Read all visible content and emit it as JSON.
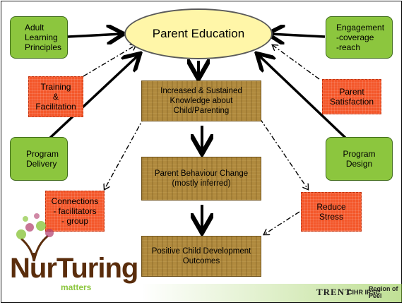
{
  "center": {
    "label": "Parent Education"
  },
  "nodes": {
    "adult_learning": [
      "Adult",
      "Learning",
      "Principles"
    ],
    "engagement": [
      "Engagement",
      "-coverage",
      "-reach"
    ],
    "training": [
      "Training",
      "&",
      "Facilitation"
    ],
    "parent_satisfaction": [
      "Parent",
      "Satisfaction"
    ],
    "knowledge": [
      "Increased & Sustained",
      "Knowledge about",
      "Child/Parenting"
    ],
    "program_delivery": [
      "Program",
      "Delivery"
    ],
    "program_design": [
      "Program",
      "Design"
    ],
    "behaviour": [
      "Parent Behaviour Change",
      "(mostly inferred)"
    ],
    "connections": [
      "Connections",
      "- facilitators",
      "- group"
    ],
    "reduce_stress": [
      "Reduce",
      "Stress"
    ],
    "outcomes": [
      "Positive Child Development",
      "Outcomes"
    ]
  },
  "logo": {
    "word": "NurTuring",
    "sub": "matters"
  },
  "footer": {
    "trent": "TRENT",
    "cihr": "CIHR IRSC",
    "peel": "Region of Peel"
  },
  "colors": {
    "green": "#8cc63e",
    "red": "#f4572a",
    "wood": "#b08a3e",
    "ellipse": "#fff6a8"
  }
}
